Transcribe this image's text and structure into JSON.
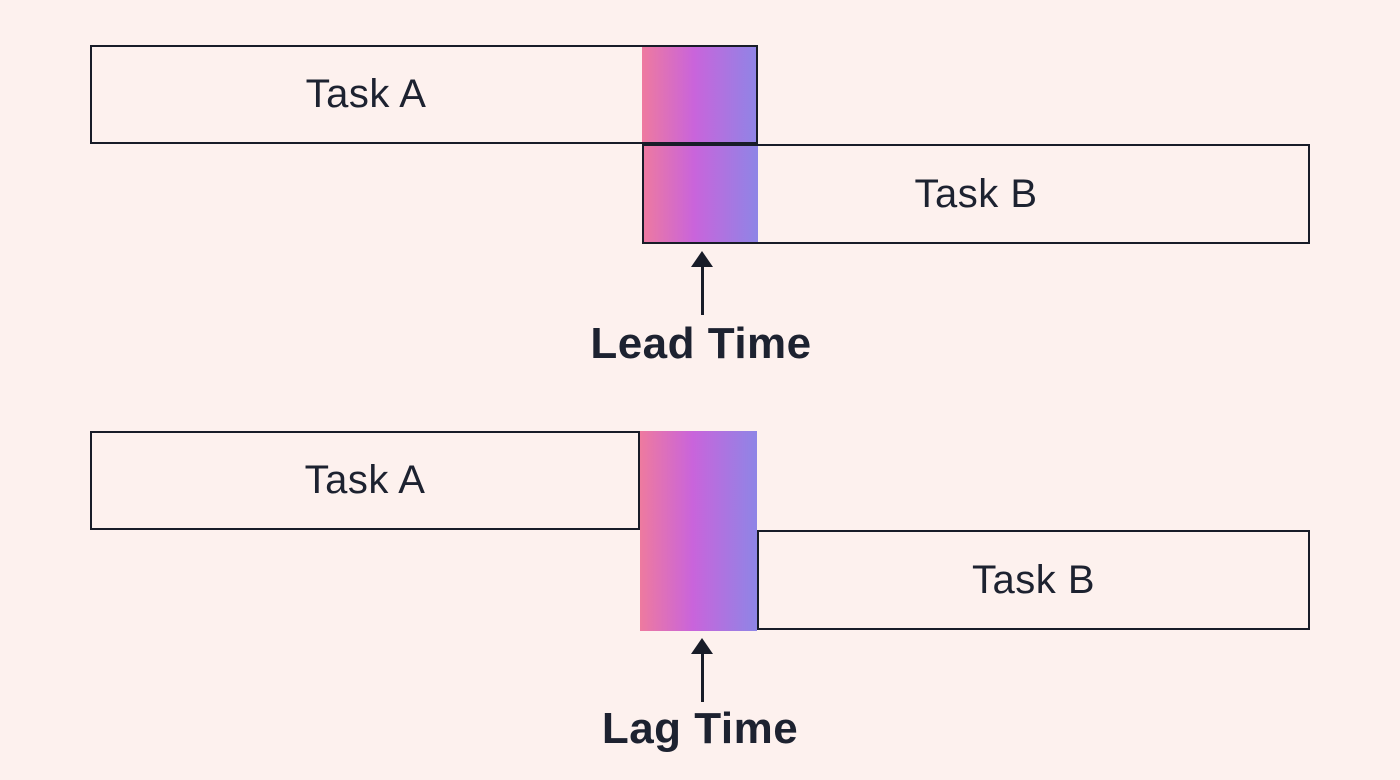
{
  "colors": {
    "background": "#fdf1ee",
    "line": "#181c28",
    "text": "#1d2230",
    "gradient-start": "#ee7a9f",
    "gradient-mid": "#c964db",
    "gradient-end": "#8e85e6"
  },
  "diagrams": [
    {
      "id": "lead-time",
      "relationship": "overlap",
      "task_a_label": "Task A",
      "task_b_label": "Task B",
      "caption": "Lead Time"
    },
    {
      "id": "lag-time",
      "relationship": "gap",
      "task_a_label": "Task A",
      "task_b_label": "Task B",
      "caption": "Lag Time"
    }
  ]
}
